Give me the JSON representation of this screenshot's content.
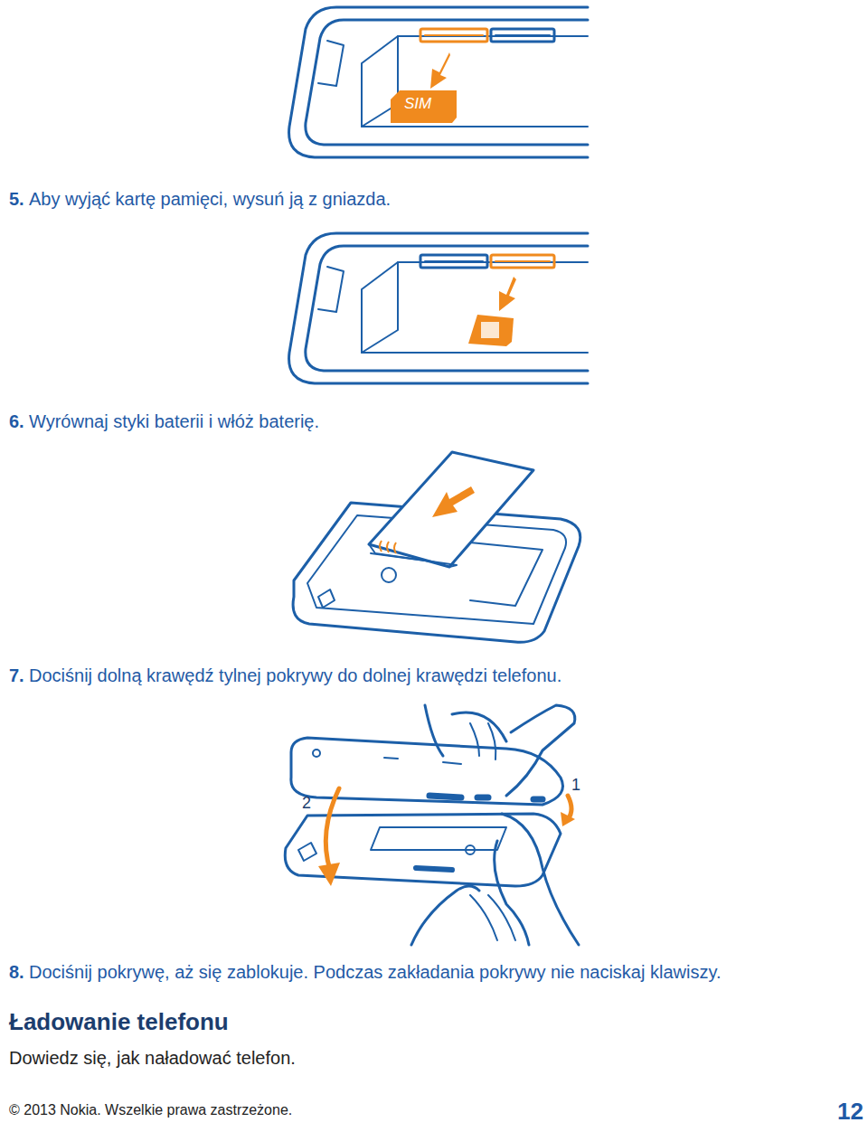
{
  "diagram": {
    "labels": [
      "SIM",
      "5.",
      "Aby wyjąć kartę pamięci, wysuń ją z gniazda.",
      "6.",
      "Wyrównaj styki baterii i włóż baterię.",
      "7.",
      "Dociśnij dolną krawędź tylnej pokrywy do dolnej krawędzi telefonu.",
      "2",
      "1",
      "8.",
      "Dociśnij pokrywę, aż się zablokuje. Podczas zakładania pokrywy nie naciskaj klawiszy.",
      "Ładowanie telefonu",
      "Dowiedz się, jak naładować telefon.",
      "© 2013 Nokia. Wszelkie prawa zastrzeżone.",
      "12"
    ]
  }
}
